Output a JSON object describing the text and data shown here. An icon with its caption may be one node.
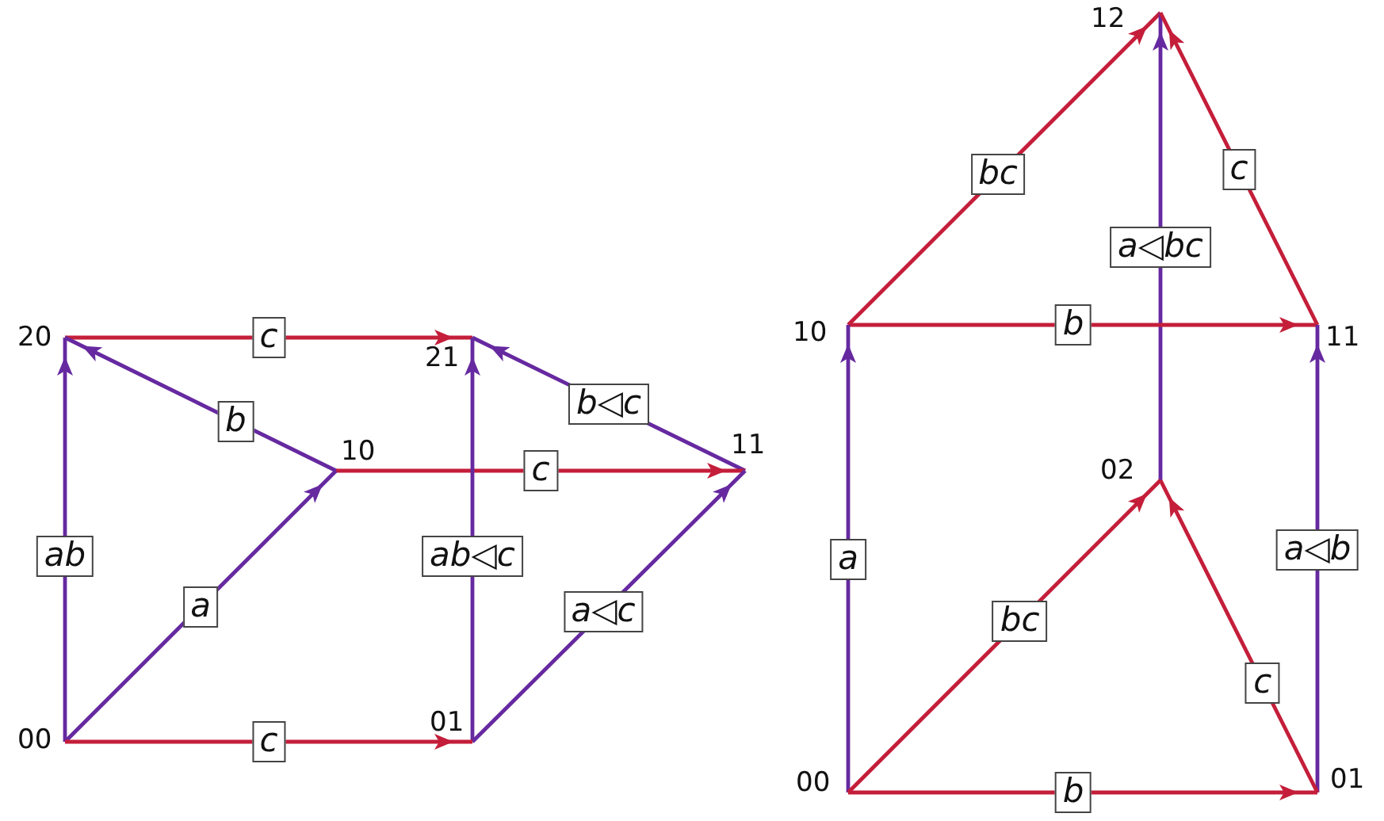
{
  "diagram": {
    "nodes": [
      {
        "text": [
          "20"
        ]
      },
      {
        "text": [
          "21"
        ]
      },
      {
        "text": [
          "10"
        ]
      },
      {
        "text": [
          "11"
        ]
      },
      {
        "text": [
          "00"
        ]
      },
      {
        "text": [
          "01"
        ]
      },
      {
        "text": [
          "12"
        ]
      },
      {
        "text": [
          "10"
        ]
      },
      {
        "text": [
          "11"
        ]
      },
      {
        "text": [
          "02"
        ]
      },
      {
        "text": [
          "00"
        ]
      },
      {
        "text": [
          "01"
        ]
      }
    ],
    "edges": [
      {
        "from": 0,
        "to": 1,
        "arrow": "to",
        "label": "c",
        "color": "#c41e3a"
      },
      {
        "from": 2,
        "to": 0,
        "arrow": "to",
        "label": "b",
        "color": "#6629a0"
      },
      {
        "from": 3,
        "to": 1,
        "arrow": "to",
        "label": "b◁c",
        "color": "#6629a0"
      },
      {
        "from": 4,
        "to": 0,
        "arrow": "to",
        "label": "ab",
        "color": "#6629a0"
      },
      {
        "from": 2,
        "to": 3,
        "arrow": "to",
        "label": "c",
        "color": "#c41e3a"
      },
      {
        "from": 5,
        "to": 1,
        "arrow": "to",
        "label": "ab◁c",
        "color": "#6629a0"
      },
      {
        "from": 4,
        "to": 2,
        "arrow": "to",
        "label": "a",
        "color": "#6629a0"
      },
      {
        "from": 5,
        "to": 3,
        "arrow": "to",
        "label": "a◁c",
        "color": "#6629a0"
      },
      {
        "from": 4,
        "to": 5,
        "arrow": "to",
        "label": "c",
        "color": "#c41e3a"
      },
      {
        "from": 7,
        "to": 6,
        "arrow": "to",
        "label": "bc",
        "color": "#c41e3a"
      },
      {
        "from": 9,
        "to": 6,
        "arrow": "to",
        "label": "a◁bc",
        "color": "#6629a0"
      },
      {
        "from": 8,
        "to": 6,
        "arrow": "to",
        "label": "c",
        "color": "#c41e3a"
      },
      {
        "from": 7,
        "to": 8,
        "arrow": "to",
        "label": "b",
        "color": "#c41e3a"
      },
      {
        "from": 10,
        "to": 7,
        "arrow": "to",
        "label": "a",
        "color": "#6629a0"
      },
      {
        "from": 11,
        "to": 8,
        "arrow": "to",
        "label": "a◁b",
        "color": "#6629a0"
      },
      {
        "from": 10,
        "to": 9,
        "arrow": "to",
        "label": "bc",
        "color": "#c41e3a"
      },
      {
        "from": 11,
        "to": 9,
        "arrow": "to",
        "label": "c",
        "color": "#c41e3a"
      },
      {
        "from": 10,
        "to": 11,
        "arrow": "to",
        "label": "b",
        "color": "#c41e3a"
      }
    ]
  }
}
